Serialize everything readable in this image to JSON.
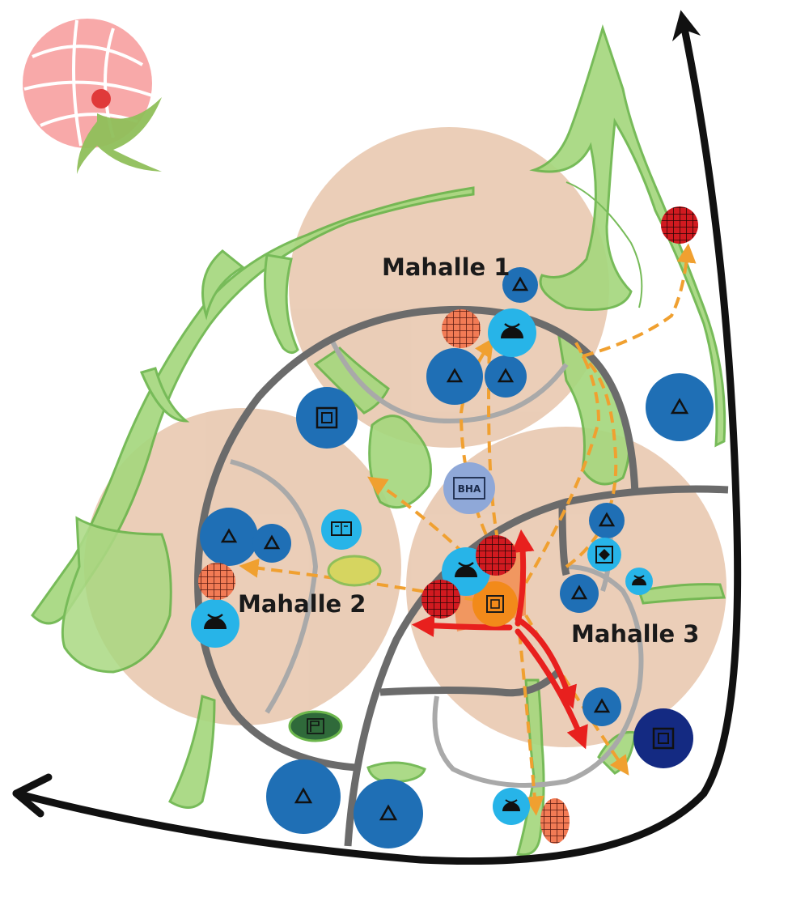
{
  "labels": {
    "mahalle1": "Mahalle 1",
    "mahalle2": "Mahalle 2",
    "mahalle3": "Mahalle 3",
    "bha": "BHA"
  },
  "colors": {
    "neighbourhood": "#e2b99a",
    "green": "#a6d77e",
    "green_edge": "#6cb64c",
    "ring_road": "#6b6b6b",
    "inner_road": "#a9a9a9",
    "highway": "#111111",
    "flow": "#f0a030",
    "main_flow": "#e8201e",
    "blue_dark": "#1f6fb5",
    "blue_light": "#27b4e8",
    "navy": "#142a82",
    "hatch": "#e05a3a",
    "red_hatch": "#c8141e"
  },
  "icons": [
    "logo-flower-icon",
    "triangle-icon",
    "square-icon",
    "mosque-dome-icon",
    "grid-pattern-icon",
    "book-icon",
    "diamond-icon",
    "flag-icon"
  ]
}
